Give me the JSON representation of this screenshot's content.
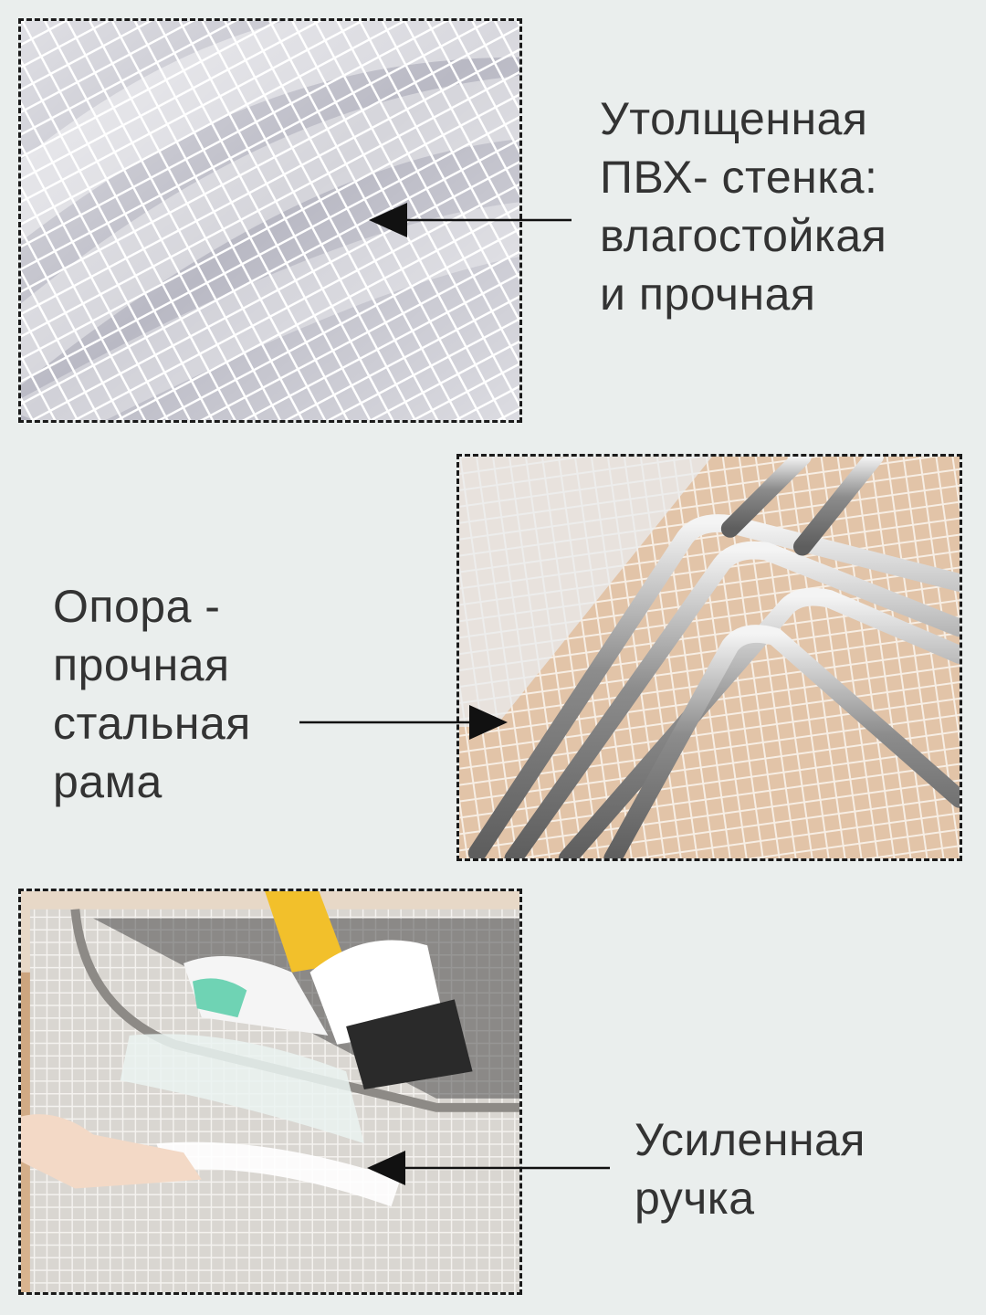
{
  "features": [
    {
      "id": "pvc-wall",
      "lines": [
        "Утолщенная",
        "ПВХ- стенка:",
        "влагостойкая",
        "и прочная"
      ]
    },
    {
      "id": "steel-frame",
      "lines": [
        "Опора -",
        "прочная",
        "стальная",
        "рама"
      ]
    },
    {
      "id": "handle",
      "lines": [
        "Усиленная",
        "ручка"
      ]
    }
  ],
  "colors": {
    "background": "#eaeeed",
    "text": "#333333",
    "border": "#1a1a1a",
    "arrow": "#111111"
  },
  "icons": [
    "arrow-left-icon"
  ]
}
